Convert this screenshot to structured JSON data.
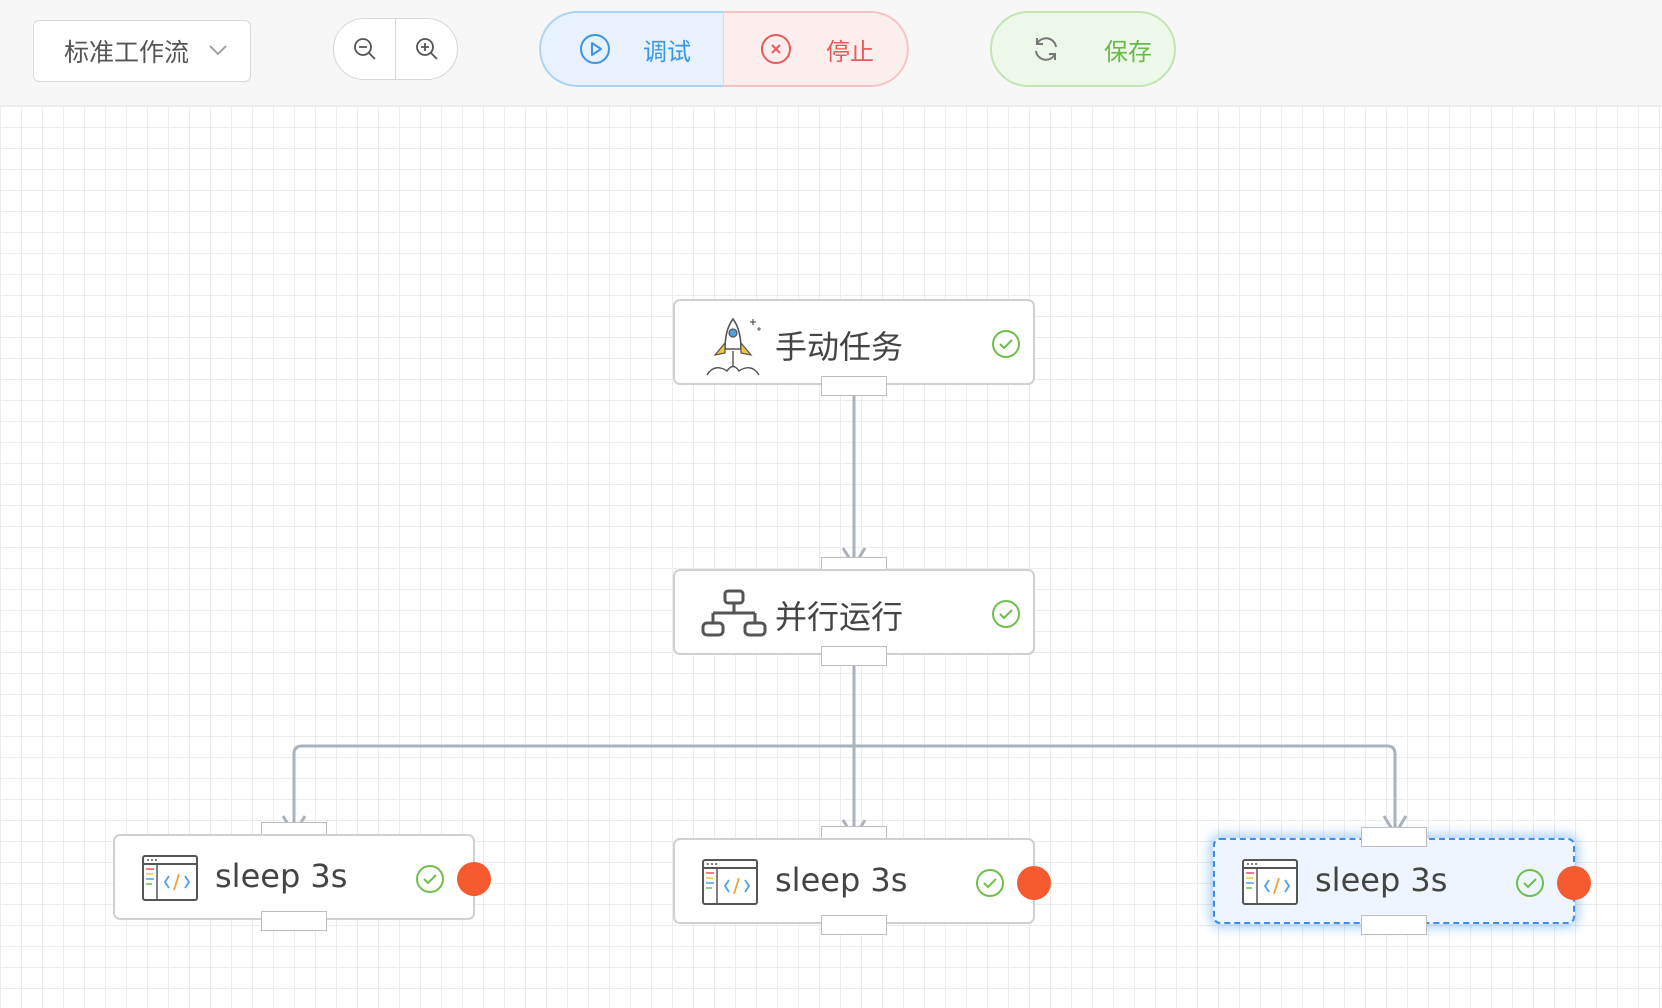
{
  "toolbar": {
    "workflow_select": "标准工作流",
    "debug_label": "调试",
    "stop_label": "停止",
    "save_label": "保存",
    "colors": {
      "debug": "#3a95e8",
      "stop": "#e9585a",
      "save": "#67b94a"
    }
  },
  "nodes": {
    "manual_task": {
      "label": "手动任务",
      "icon": "rocket-icon",
      "status": "success"
    },
    "parallel_run": {
      "label": "并行运行",
      "icon": "flowchart-icon",
      "status": "success"
    },
    "sleep_1": {
      "label": "sleep 3s",
      "icon": "code-window-icon",
      "status": "success"
    },
    "sleep_2": {
      "label": "sleep 3s",
      "icon": "code-window-icon",
      "status": "success"
    },
    "sleep_3": {
      "label": "sleep 3s",
      "icon": "code-window-icon",
      "status": "success",
      "selected": true
    }
  },
  "colors": {
    "edge": "#aab2bd",
    "success": "#6cc04a",
    "error_dot": "#f65a2f",
    "selected": "#3a8ef0"
  }
}
